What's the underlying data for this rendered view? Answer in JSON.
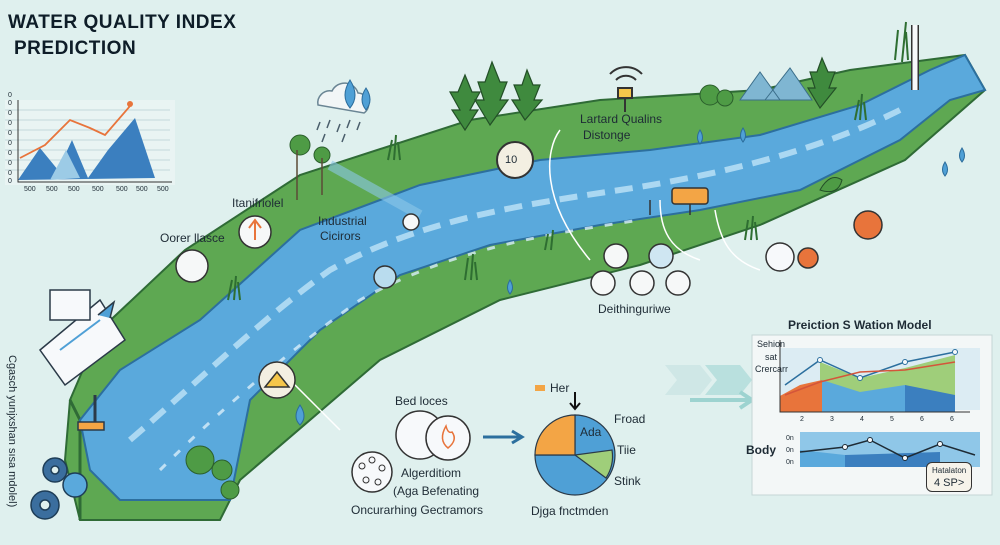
{
  "title": {
    "line1": "WATER QUALITY INDEX",
    "line2": "PREDICTION"
  },
  "left_chart": {
    "x_ticks": [
      "500",
      "500",
      "500",
      "500",
      "500",
      "500",
      "500"
    ],
    "y_ticks": [
      "0",
      "0",
      "0",
      "0",
      "0",
      "0",
      "0",
      "0",
      "0",
      "0"
    ]
  },
  "labels": {
    "lartard": "Lartard Qualins",
    "distonge": "Distonge",
    "itanifriolel": "Itanifriolel",
    "industrial": "Industrial",
    "cicirors": "Cicirors",
    "oorer_llasce": "Oorer llasce",
    "deithinguriwe": "Deithinguriwe",
    "bed_loces": "Bed loces",
    "her": "Her",
    "algerditiom": "Algerditiom",
    "aga_befenating": "(Aga Befenating",
    "oncurarhing": "Oncurarhing Gectramors",
    "ada": "Ada",
    "froad": "Froad",
    "tiie": "Tiie",
    "stink": "Stink",
    "djga": "Djga fnctmden",
    "vertical": "Cgasch yunjxshan sısa mdolel)",
    "gauge_value": "10"
  },
  "prediction": {
    "title": "Preiction S Wation Model",
    "side_labels": [
      "Sehion",
      "sat",
      "Crercarr"
    ],
    "x_ticks": [
      "2",
      "3",
      "4",
      "5",
      "6",
      "6"
    ],
    "body_label": "Body",
    "body_ticks": [
      "0n",
      "0n",
      "0n"
    ],
    "badge_line1": "Hatalaton",
    "badge_line2": "4 SP>"
  },
  "colors": {
    "river": "#5aa9dc",
    "land": "#4e9b45",
    "accent_orange": "#e8743b",
    "background": "#dff0ee"
  }
}
